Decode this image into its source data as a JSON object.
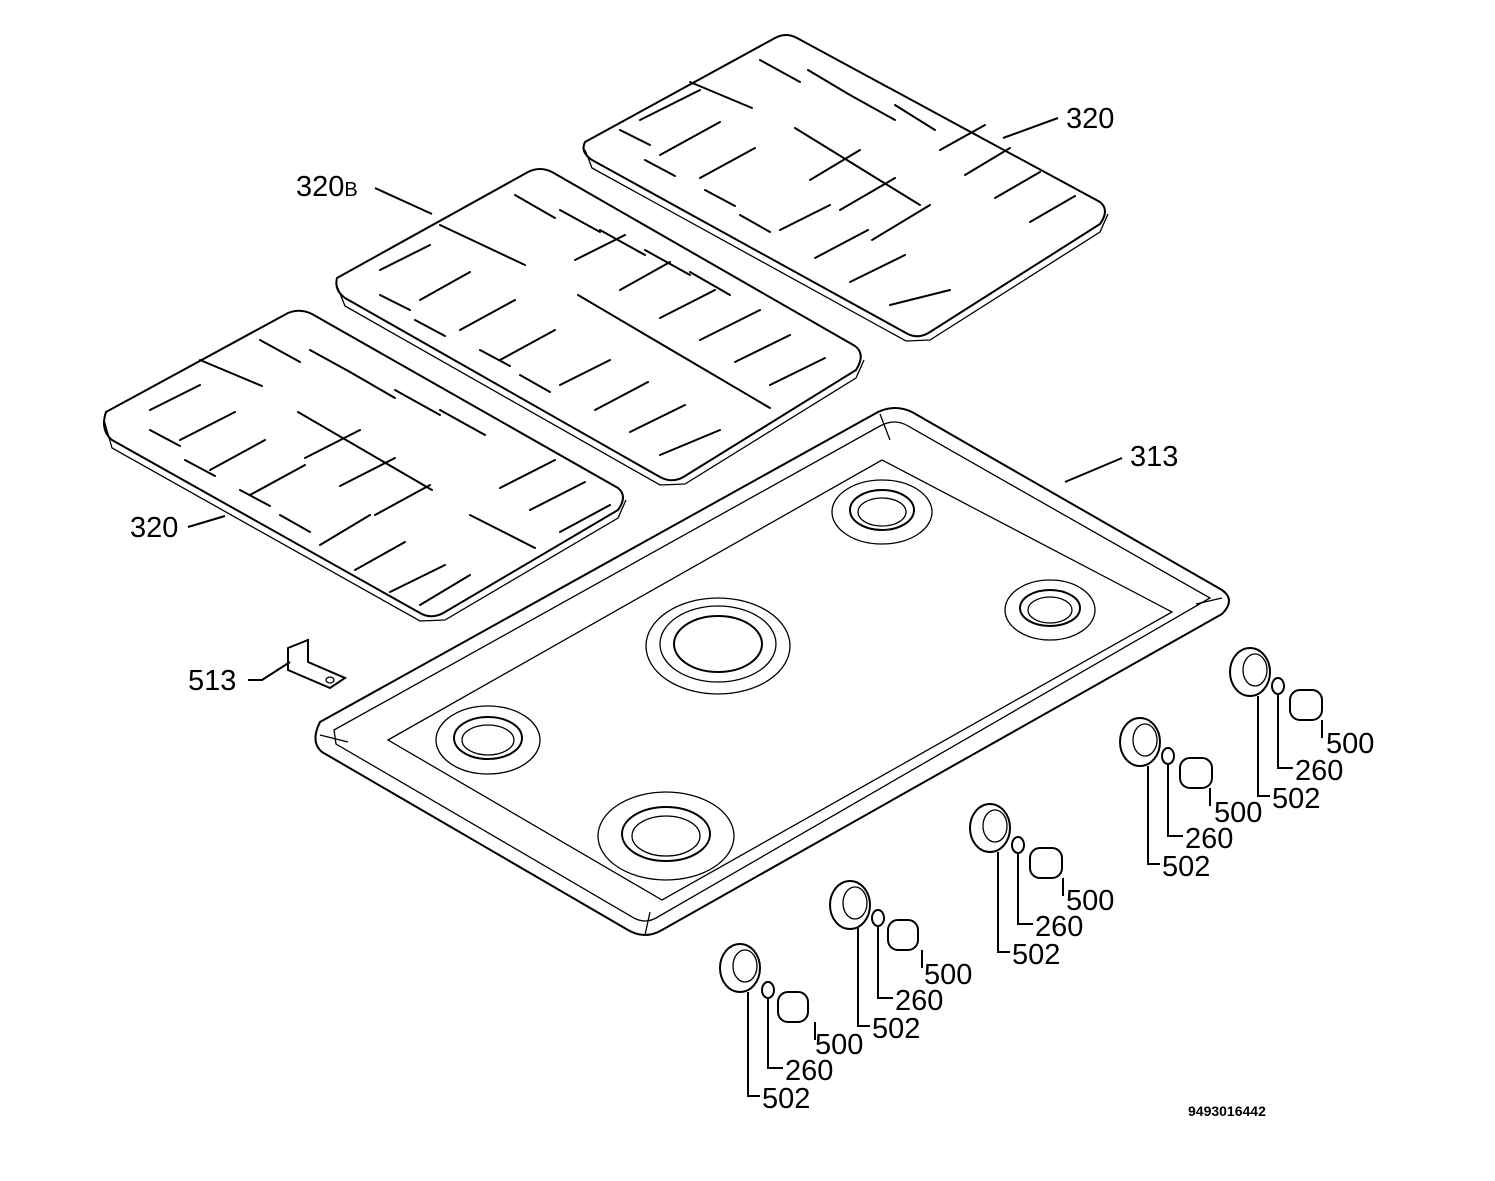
{
  "callouts": {
    "grate_right": "320",
    "grate_center": "320",
    "grate_center_suffix": "B",
    "grate_left": "320",
    "hob_top": "313",
    "bracket": "513"
  },
  "knob_groups": [
    {
      "knob": "500",
      "spring": "260",
      "bezel": "502"
    },
    {
      "knob": "500",
      "spring": "260",
      "bezel": "502"
    },
    {
      "knob": "500",
      "spring": "260",
      "bezel": "502"
    },
    {
      "knob": "500",
      "spring": "260",
      "bezel": "502"
    },
    {
      "knob": "500",
      "spring": "260",
      "bezel": "502"
    }
  ],
  "document_number": "9493016442"
}
